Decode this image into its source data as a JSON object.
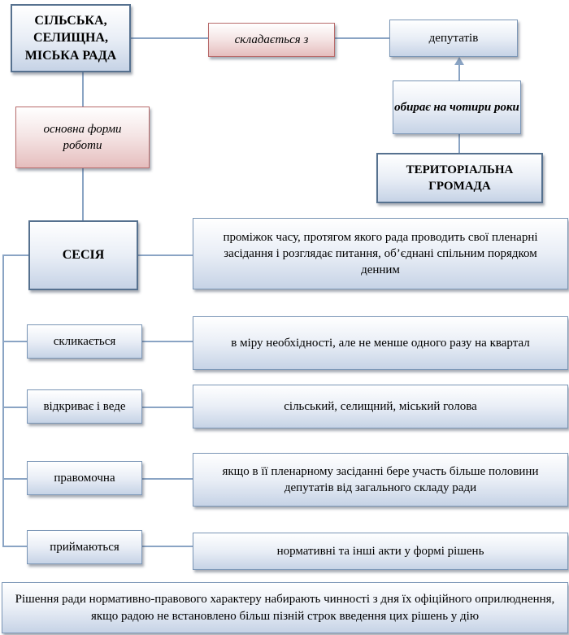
{
  "council": "СІЛЬСЬКА, СЕЛИЩНА, МІСЬКА РАДА",
  "consists_of": "складається  з",
  "deputies": "депутатів",
  "elects": "обирає  на чотири роки",
  "community": "ТЕРИТОРІАЛЬНА ГРОМАДА",
  "main_form": "основна форми роботи",
  "session": "СЕСІЯ",
  "session_definition": "проміжок часу, протягом якого рада проводить свої пленарні засідання і розглядає питання, об’єднані спільним порядком денним",
  "rows": [
    {
      "label": "скликається",
      "value": "в міру необхідності, але не менше одного разу на квартал"
    },
    {
      "label": "відкриває і веде",
      "value": "сільський,  селищний,  міський голова"
    },
    {
      "label": "правомочна",
      "value": "якщо в її пленарному засіданні бере участь більше половини депутатів від загального складу ради"
    },
    {
      "label": "приймаються",
      "value": "нормативні та інші акти у формі рішень"
    }
  ],
  "footer": "Рішення  ради нормативно-правового характеру набирають чинності з дня їх офіційного оприлюднення, якщо  радою  не встановлено більш пізній строк введення цих рішень у дію"
}
